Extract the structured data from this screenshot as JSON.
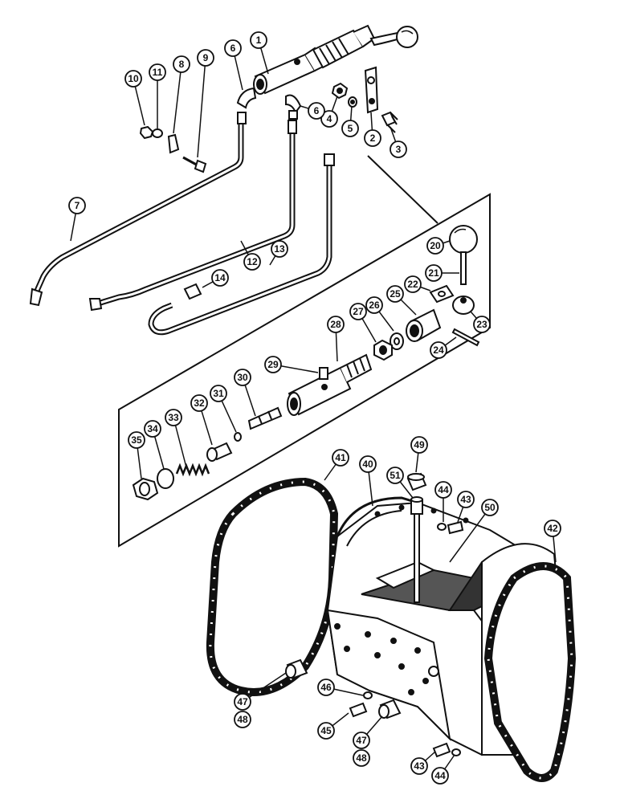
{
  "colors": {
    "ink": "#111111",
    "paper": "#ffffff",
    "shade": "#555555"
  },
  "callouts": [
    {
      "id": "c1",
      "label": "1"
    },
    {
      "id": "c2",
      "label": "2"
    },
    {
      "id": "c3",
      "label": "3"
    },
    {
      "id": "c4",
      "label": "4"
    },
    {
      "id": "c5",
      "label": "5"
    },
    {
      "id": "c6a",
      "label": "6"
    },
    {
      "id": "c6b",
      "label": "6"
    },
    {
      "id": "c7",
      "label": "7"
    },
    {
      "id": "c8",
      "label": "8"
    },
    {
      "id": "c9",
      "label": "9"
    },
    {
      "id": "c10",
      "label": "10"
    },
    {
      "id": "c11",
      "label": "11"
    },
    {
      "id": "c12",
      "label": "12"
    },
    {
      "id": "c13",
      "label": "13"
    },
    {
      "id": "c14",
      "label": "14"
    },
    {
      "id": "c20",
      "label": "20"
    },
    {
      "id": "c21",
      "label": "21"
    },
    {
      "id": "c22",
      "label": "22"
    },
    {
      "id": "c23",
      "label": "23"
    },
    {
      "id": "c24",
      "label": "24"
    },
    {
      "id": "c25",
      "label": "25"
    },
    {
      "id": "c26",
      "label": "26"
    },
    {
      "id": "c27",
      "label": "27"
    },
    {
      "id": "c28",
      "label": "28"
    },
    {
      "id": "c29",
      "label": "29"
    },
    {
      "id": "c30",
      "label": "30"
    },
    {
      "id": "c31",
      "label": "31"
    },
    {
      "id": "c32",
      "label": "32"
    },
    {
      "id": "c33",
      "label": "33"
    },
    {
      "id": "c34",
      "label": "34"
    },
    {
      "id": "c35",
      "label": "35"
    },
    {
      "id": "c40",
      "label": "40"
    },
    {
      "id": "c41",
      "label": "41"
    },
    {
      "id": "c42",
      "label": "42"
    },
    {
      "id": "c43a",
      "label": "43"
    },
    {
      "id": "c43b",
      "label": "43"
    },
    {
      "id": "c44a",
      "label": "44"
    },
    {
      "id": "c44b",
      "label": "44"
    },
    {
      "id": "c45",
      "label": "45"
    },
    {
      "id": "c46",
      "label": "46"
    },
    {
      "id": "c47a",
      "label": "47"
    },
    {
      "id": "c48a",
      "label": "48"
    },
    {
      "id": "c47b",
      "label": "47"
    },
    {
      "id": "c48b",
      "label": "48"
    },
    {
      "id": "c49",
      "label": "49"
    },
    {
      "id": "c50",
      "label": "50"
    },
    {
      "id": "c51",
      "label": "51"
    }
  ]
}
